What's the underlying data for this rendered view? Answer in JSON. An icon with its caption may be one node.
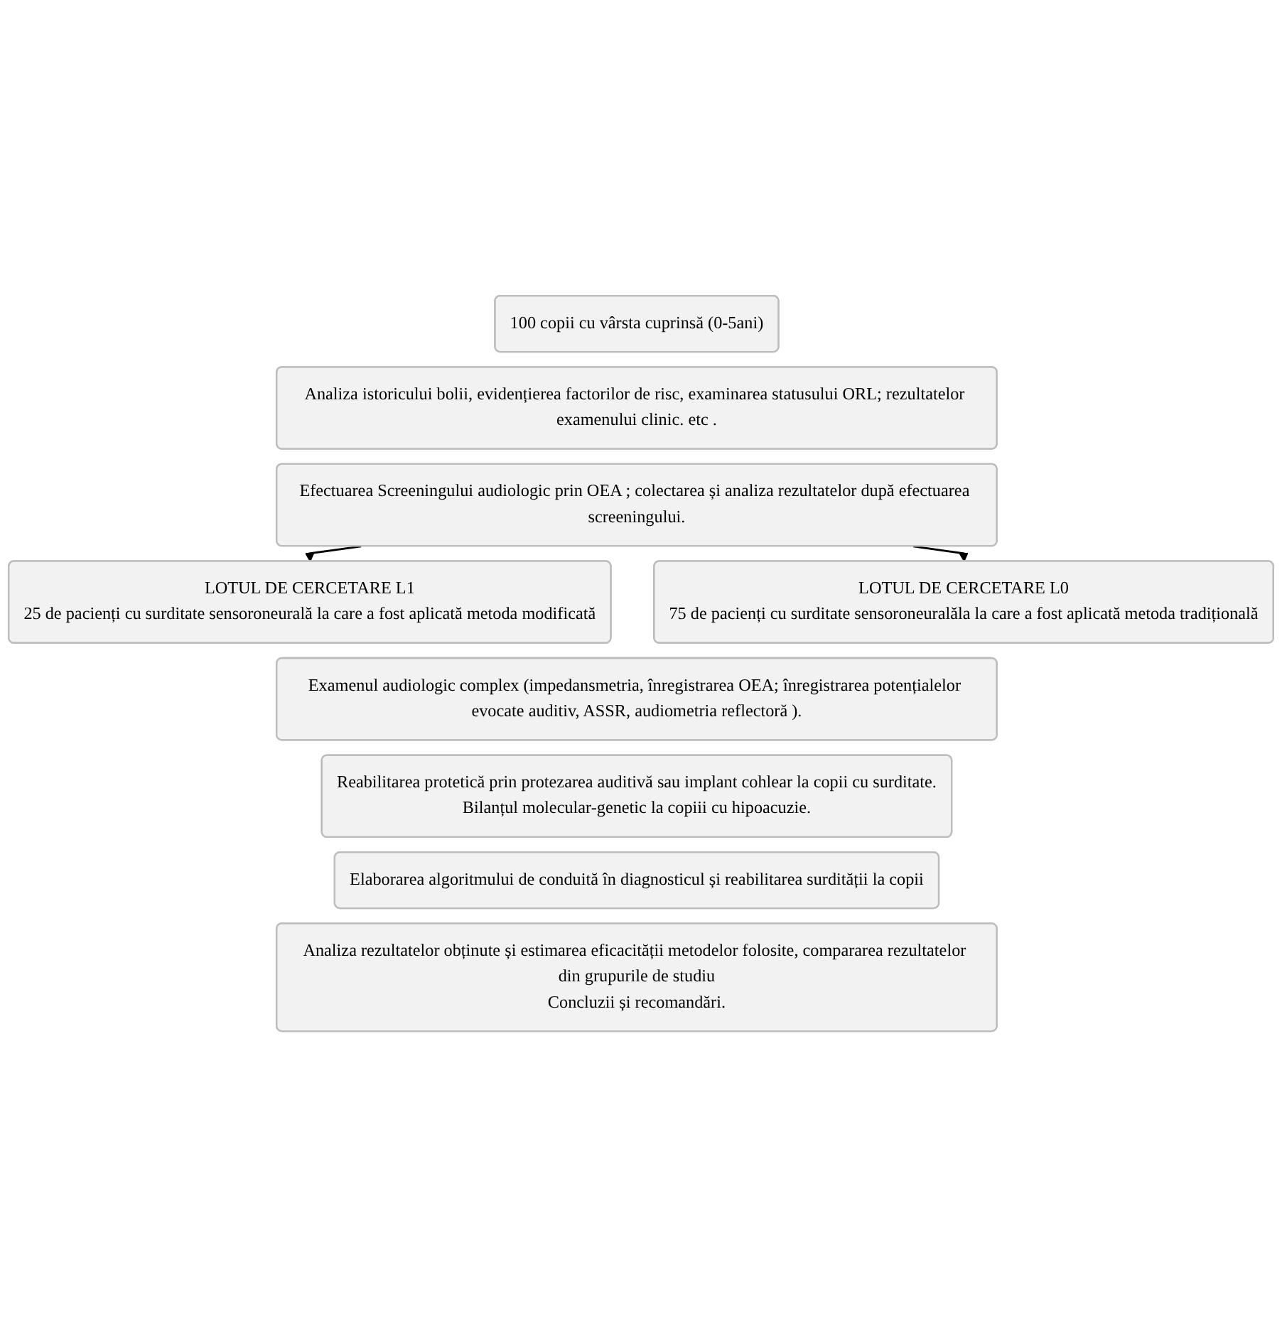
{
  "diagram": {
    "nodes": [
      {
        "text": [
          "100 copii cu vârsta cuprinsă (0-5ani)"
        ]
      },
      {
        "text": [
          "Analiza istoricului bolii, evidențierea factorilor de risc, examinarea statusului ORL; rezultatelor examenului clinic. etc ."
        ]
      },
      {
        "text": [
          "Efectuarea Screeningului audiologic prin OEA ; colectarea și analiza rezultatelor după efectuarea screeningului."
        ]
      },
      {
        "text": [
          "LOTUL DE CERCETARE L1",
          "25 de pacienți cu surditate sensoroneurală la care a fost aplicată metoda modificată"
        ]
      },
      {
        "text": [
          "LOTUL DE CERCETARE L0",
          "75 de pacienți cu surditate sensoroneuralăla la care a fost aplicată metoda tradițională"
        ]
      },
      {
        "text": [
          "Examenul audiologic complex (impedansmetria, înregistrarea OEA; înregistrarea potențialelor evocate auditiv, ASSR, audiometria reflectoră )."
        ]
      },
      {
        "text": [
          "Reabilitarea protetică prin protezarea auditivă sau implant cohlear la copii cu surditate.",
          "Bilanțul molecular-genetic la copiii cu hipoacuzie."
        ]
      },
      {
        "text": [
          "Elaborarea algoritmului de conduită în diagnosticul și reabilitarea surdității la copii"
        ]
      },
      {
        "text": [
          "Analiza rezultatelor obținute și estimarea eficacității metodelor folosite, compararea rezultatelor din grupurile de studiu",
          "Concluzii și recomandări."
        ]
      }
    ],
    "edges": [
      {
        "from": 2,
        "to": 3,
        "arrow": "to"
      },
      {
        "from": 2,
        "to": 4,
        "arrow": "to"
      }
    ]
  }
}
